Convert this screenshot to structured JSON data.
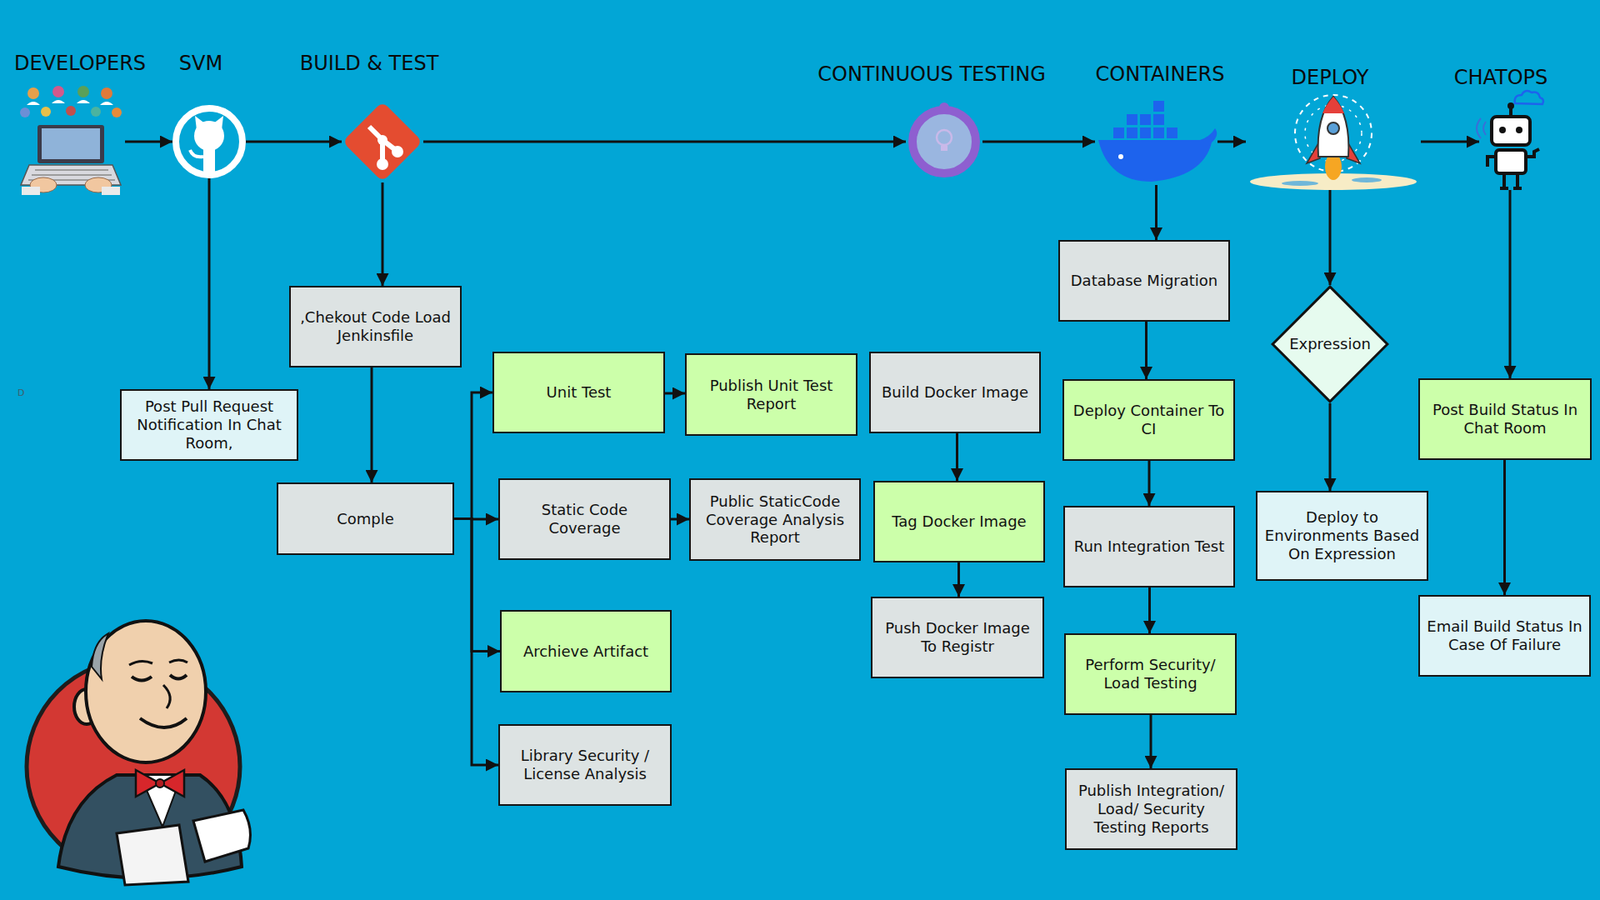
{
  "diagram": {
    "nodes": [
      {
        "text": [
          "DEVELOPERS"
        ]
      },
      {
        "text": [
          "SVM"
        ]
      },
      {
        "text": [
          "BUILD & TEST"
        ]
      },
      {
        "text": [
          "CONTINUOUS TESTING"
        ]
      },
      {
        "text": [
          "CONTAINERS"
        ]
      },
      {
        "text": [
          "DEPLOY"
        ]
      },
      {
        "text": [
          "CHATOPS"
        ]
      },
      {
        "text": [
          "Post Pull Request Notification In Chat Room,"
        ]
      },
      {
        "text": [
          ",Chekout Code Load Jenkinsfile"
        ]
      },
      {
        "text": [
          "Comple"
        ]
      },
      {
        "text": [
          "Unit Test"
        ]
      },
      {
        "text": [
          "Static Code Coverage"
        ]
      },
      {
        "text": [
          "Archieve Artifact"
        ]
      },
      {
        "text": [
          "Library Security / License Analysis"
        ]
      },
      {
        "text": [
          "Publish Unit Test Report"
        ]
      },
      {
        "text": [
          "Public StaticCode Coverage Analysis Report"
        ]
      },
      {
        "text": [
          "Build Docker Image"
        ]
      },
      {
        "text": [
          "Tag Docker Image"
        ]
      },
      {
        "text": [
          "Push Docker Image To Registr"
        ]
      },
      {
        "text": [
          "Database Migration"
        ]
      },
      {
        "text": [
          "Deploy Container To CI"
        ]
      },
      {
        "text": [
          "Run Integration Test"
        ]
      },
      {
        "text": [
          "Perform Security/ Load Testing"
        ]
      },
      {
        "text": [
          "Publish Integration/ Load/ Security Testing Reports"
        ]
      },
      {
        "text": [
          "Expression"
        ]
      },
      {
        "text": [
          "Deploy to Environments Based On Expression"
        ]
      },
      {
        "text": [
          "Post Build Status In Chat Room"
        ]
      },
      {
        "text": [
          "Email Build Status In Case Of Failure"
        ]
      }
    ],
    "edges": [
      {
        "from": 0,
        "to": 1,
        "arrow": "to"
      },
      {
        "from": 1,
        "to": 2,
        "arrow": "to"
      },
      {
        "from": 2,
        "to": 3,
        "arrow": "to"
      },
      {
        "from": 3,
        "to": 4,
        "arrow": "to"
      },
      {
        "from": 4,
        "to": 5,
        "arrow": "to"
      },
      {
        "from": 5,
        "to": 6,
        "arrow": "to"
      },
      {
        "from": 1,
        "to": 7,
        "arrow": "to"
      },
      {
        "from": 2,
        "to": 8,
        "arrow": "to"
      },
      {
        "from": 8,
        "to": 9,
        "arrow": "to"
      },
      {
        "from": 9,
        "to": 10,
        "arrow": "to"
      },
      {
        "from": 9,
        "to": 11,
        "arrow": "to"
      },
      {
        "from": 9,
        "to": 12,
        "arrow": "to"
      },
      {
        "from": 9,
        "to": 13,
        "arrow": "to"
      },
      {
        "from": 10,
        "to": 14,
        "arrow": "to"
      },
      {
        "from": 11,
        "to": 15,
        "arrow": "to"
      },
      {
        "from": 16,
        "to": 17,
        "arrow": "to"
      },
      {
        "from": 17,
        "to": 18,
        "arrow": "to"
      },
      {
        "from": 4,
        "to": 19,
        "arrow": "to"
      },
      {
        "from": 19,
        "to": 20,
        "arrow": "to"
      },
      {
        "from": 20,
        "to": 21,
        "arrow": "to"
      },
      {
        "from": 21,
        "to": 22,
        "arrow": "to"
      },
      {
        "from": 22,
        "to": 23,
        "arrow": "to"
      },
      {
        "from": 5,
        "to": 24,
        "arrow": "to"
      },
      {
        "from": 24,
        "to": 25,
        "arrow": "to"
      },
      {
        "from": 6,
        "to": 26,
        "arrow": "to"
      },
      {
        "from": 26,
        "to": 27,
        "arrow": "to"
      }
    ],
    "labels": [
      "D"
    ]
  }
}
